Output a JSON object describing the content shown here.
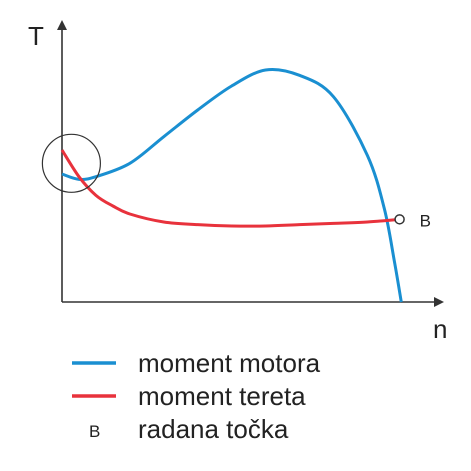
{
  "chart_data": {
    "type": "line",
    "title": "",
    "xlabel": "n",
    "ylabel": "T",
    "xlim": [
      0,
      1.12
    ],
    "ylim": [
      0,
      1.05
    ],
    "grid": false,
    "ticks": false,
    "legend_placement": "bottom",
    "series": [
      {
        "name": "moment motora",
        "color": "#1a8fd1",
        "x": [
          0.0,
          0.05,
          0.1,
          0.2,
          0.3,
          0.4,
          0.5,
          0.6,
          0.7,
          0.8,
          0.9,
          0.95,
          0.98,
          1.0
        ],
        "y": [
          0.48,
          0.46,
          0.47,
          0.52,
          0.62,
          0.72,
          0.81,
          0.87,
          0.85,
          0.77,
          0.55,
          0.35,
          0.15,
          0.0
        ]
      },
      {
        "name": "moment tereta",
        "color": "#e8323c",
        "x": [
          0.0,
          0.05,
          0.1,
          0.15,
          0.2,
          0.3,
          0.4,
          0.5,
          0.6,
          0.7,
          0.8,
          0.9,
          0.995
        ],
        "y": [
          0.57,
          0.47,
          0.4,
          0.36,
          0.33,
          0.3,
          0.29,
          0.285,
          0.285,
          0.29,
          0.295,
          0.3,
          0.31
        ]
      }
    ],
    "annotations": [
      {
        "label": "B",
        "x": 0.995,
        "y": 0.31,
        "meaning": "radana točka"
      }
    ],
    "highlight_circle": {
      "x": 0.01,
      "y": 0.52
    },
    "legend": [
      {
        "symbol": "line",
        "color": "#1a8fd1",
        "text": "moment motora"
      },
      {
        "symbol": "line",
        "color": "#e8323c",
        "text": "moment tereta"
      },
      {
        "symbol": "B",
        "text": "radana točka"
      }
    ]
  }
}
